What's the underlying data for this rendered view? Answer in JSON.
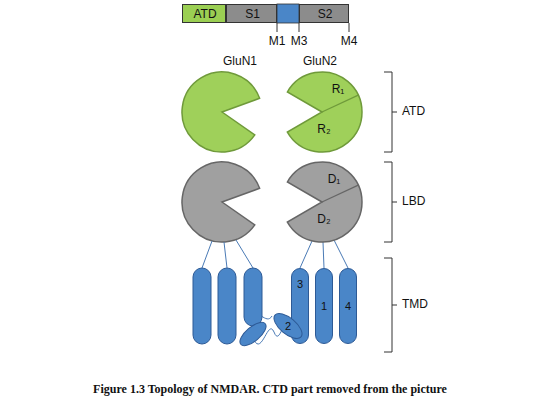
{
  "diagram": {
    "caption": "Figure 1.3 Topology of NMDAR. CTD part removed from the picture",
    "nodes": [
      {
        "text": [
          "ATD"
        ]
      },
      {
        "text": [
          "S1"
        ]
      },
      {
        "text": [
          "S2"
        ]
      },
      {
        "text": [
          "R₁",
          "R₂"
        ]
      },
      {
        "text": [
          "D₁",
          "D₂"
        ]
      },
      {
        "text": [
          "3"
        ]
      },
      {
        "text": [
          "1"
        ]
      },
      {
        "text": [
          "4"
        ]
      },
      {
        "text": [
          "2"
        ]
      }
    ],
    "labels": [
      "M1",
      "M3",
      "M4",
      "GluN1",
      "GluN2",
      "ATD",
      "LBD",
      "TMD"
    ]
  }
}
